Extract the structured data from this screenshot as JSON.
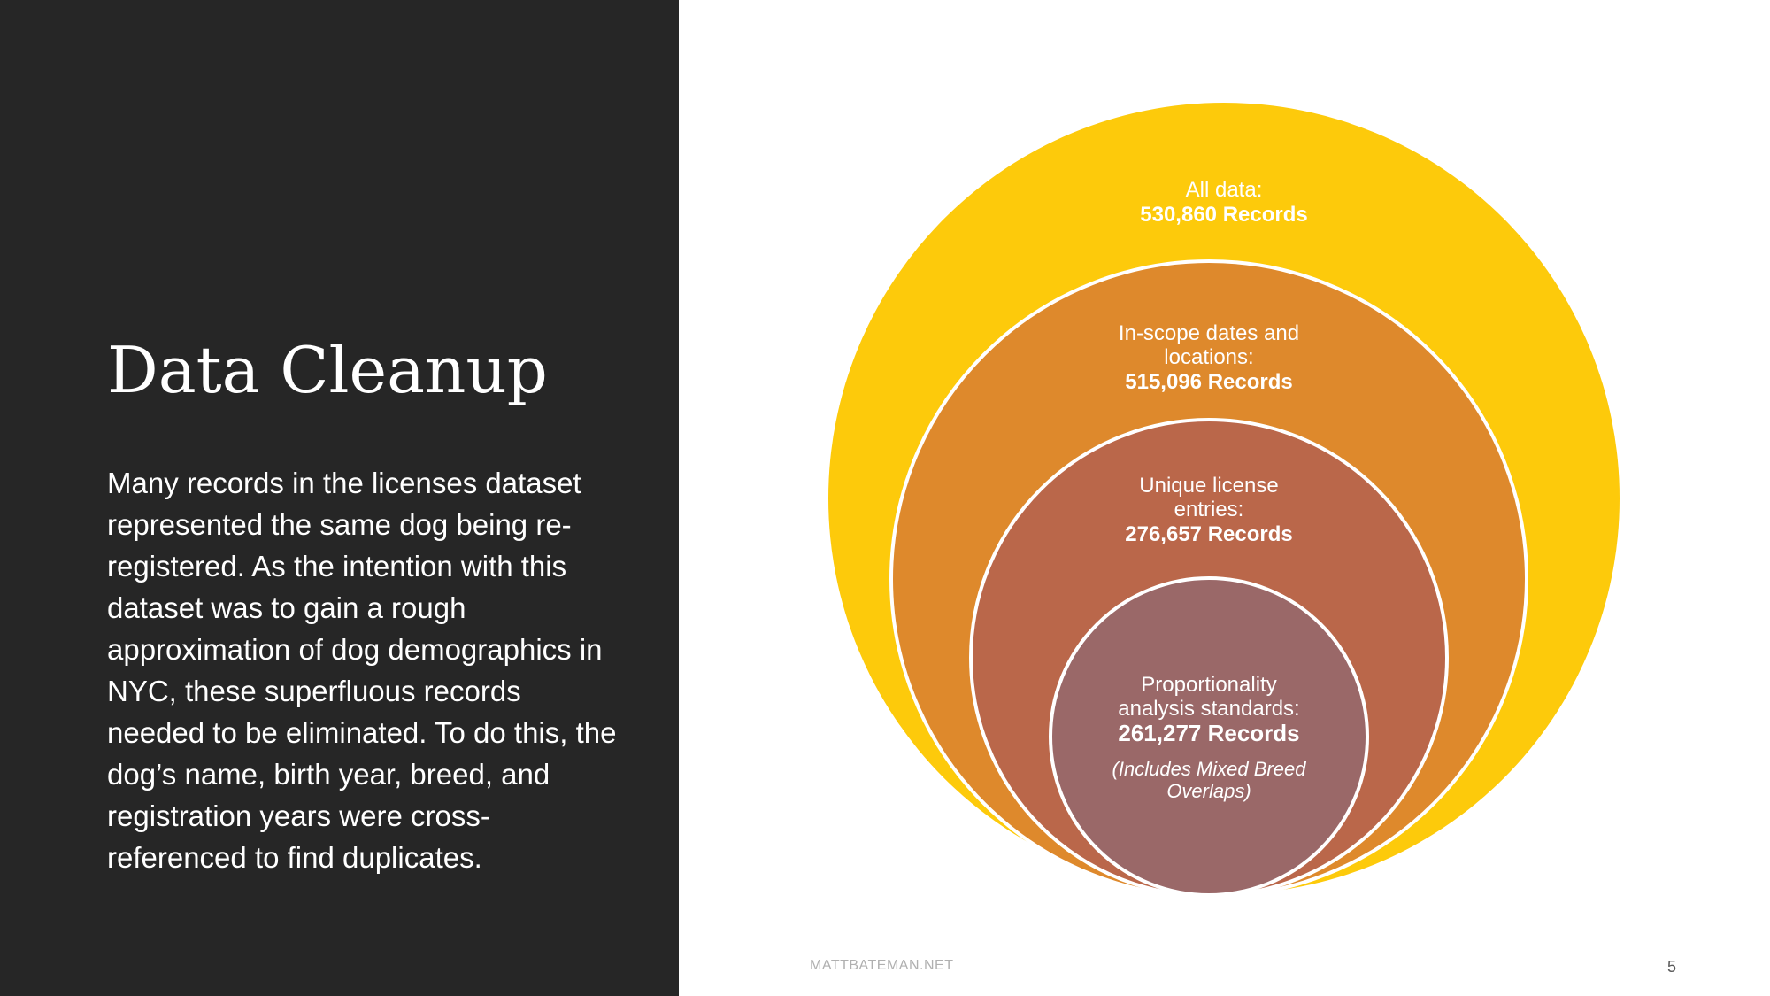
{
  "slide": {
    "title": "Data Cleanup",
    "body": "Many records in the licenses dataset represented the same dog being re-registered. As the intention with this dataset was to gain a rough approximation of dog demographics in NYC, these superfluous records needed to be eliminated. To do this, the dog’s name, birth year, breed, and registration years were cross-referenced to find duplicates.",
    "footer_site": "MATTBATEMAN.NET",
    "page_number": "5"
  },
  "diagram": {
    "colors": {
      "outer": "#FDCA0B",
      "second": "#DE892C",
      "third": "#BA674A",
      "inner": "#9A6868",
      "stroke": "#FFFFFF",
      "left_panel": "#262626"
    },
    "levels": [
      {
        "label_lines": [
          "All data:"
        ],
        "records": "530,860 Records"
      },
      {
        "label_lines": [
          "In-scope dates and",
          "locations:"
        ],
        "records": "515,096 Records"
      },
      {
        "label_lines": [
          "Unique license",
          "entries:"
        ],
        "records": "276,657 Records"
      },
      {
        "label_lines": [
          "Proportionality",
          "analysis standards:"
        ],
        "records": "261,277 Records",
        "note_lines": [
          "(Includes Mixed Breed",
          "Overlaps)"
        ]
      }
    ]
  }
}
